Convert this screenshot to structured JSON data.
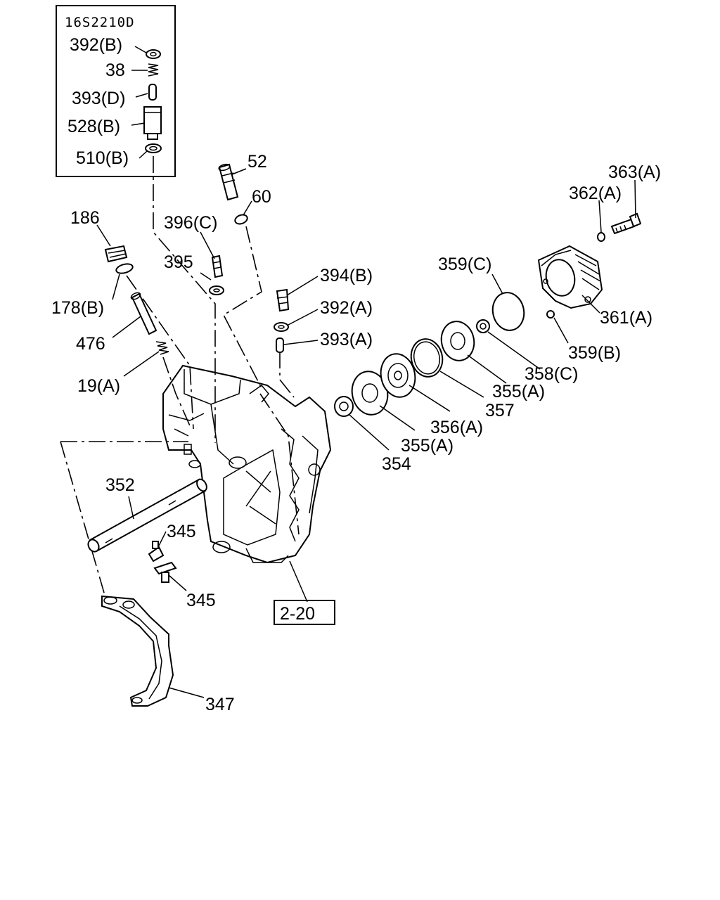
{
  "inset": {
    "code": "16S2210D",
    "labels": [
      "392(B)",
      "38",
      "393(D)",
      "528(B)",
      "510(B)"
    ]
  },
  "labels": {
    "p52": "52",
    "p60": "60",
    "p186": "186",
    "p396c": "396(C)",
    "p395": "395",
    "p178b": "178(B)",
    "p476": "476",
    "p19a": "19(A)",
    "p394b": "394(B)",
    "p392a": "392(A)",
    "p393a": "393(A)",
    "p363a": "363(A)",
    "p362a": "362(A)",
    "p359c": "359(C)",
    "p361a": "361(A)",
    "p359b": "359(B)",
    "p358c": "358(C)",
    "p355a_1": "355(A)",
    "p357": "357",
    "p356a": "356(A)",
    "p355a_2": "355(A)",
    "p354": "354",
    "p352": "352",
    "p345_1": "345",
    "p345_2": "345",
    "p347": "347"
  },
  "reference_box": "2-20"
}
